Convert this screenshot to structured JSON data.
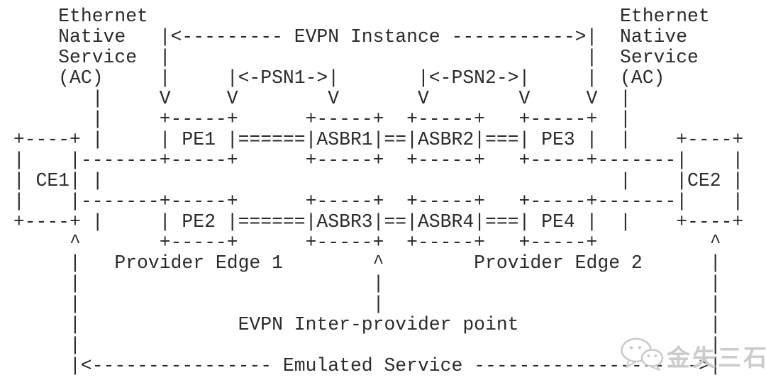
{
  "colors": {
    "background": "#ffffff",
    "text": "#2b2b2b",
    "watermark": "#cbcbcb"
  },
  "diagram": {
    "type": "ascii-network-diagram",
    "lines": [
      "     Ethernet                                          Ethernet",
      "     Native   |<--------- EVPN Instance ----------->|  Native",
      "     Service  |                                     |  Service",
      "     (AC)     |     |<-PSN1->|       |<-PSN2->|     |  (AC)",
      "        |     V     V        V       V        V     V  |",
      "        |     +-----+      +-----+  +-----+   +-----+  |",
      " +----+ |     | PE1 |======|ASBR1|==|ASBR2|===| PE3 |  |    +----+",
      " |    |-------+-----+      +-----+  +-----+   +-----+-------|    |",
      " | CE1| |                                              |    |CE2 |",
      " |    |-------+-----+      +-----+  +-----+   +-----+-------|    |",
      " +----+ |     | PE2 |======|ASBR3|==|ASBR4|===| PE4 |  |    +----+",
      "      ^       +-----+      +-----+  +-----+   +-----+          ^",
      "      |   Provider Edge 1        ^        Provider Edge 2      |",
      "      |                          |                             |",
      "      |                          |                             |",
      "      |              EVPN Inter-provider point                 |",
      "      |                                                        |",
      "      |<---------------- Emulated Service -------------------->|"
    ],
    "endpoint_labels": {
      "left": [
        "Ethernet",
        "Native",
        "Service",
        "(AC)"
      ],
      "right": [
        "Ethernet",
        "Native",
        "Service",
        "(AC)"
      ]
    },
    "spans": {
      "evpn_instance": "EVPN Instance",
      "psn1": "PSN1",
      "psn2": "PSN2",
      "emulated_service": "Emulated Service",
      "inter_provider_point": "EVPN Inter-provider point"
    },
    "nodes": {
      "customer_edge": [
        "CE1",
        "CE2"
      ],
      "provider_edge": [
        "PE1",
        "PE2",
        "PE3",
        "PE4"
      ],
      "border_routers": [
        "ASBR1",
        "ASBR2",
        "ASBR3",
        "ASBR4"
      ]
    },
    "region_labels": [
      "Provider Edge 1",
      "Provider Edge 2"
    ]
  },
  "watermark": {
    "icon": "wechat-icon",
    "text": "金失三石"
  }
}
